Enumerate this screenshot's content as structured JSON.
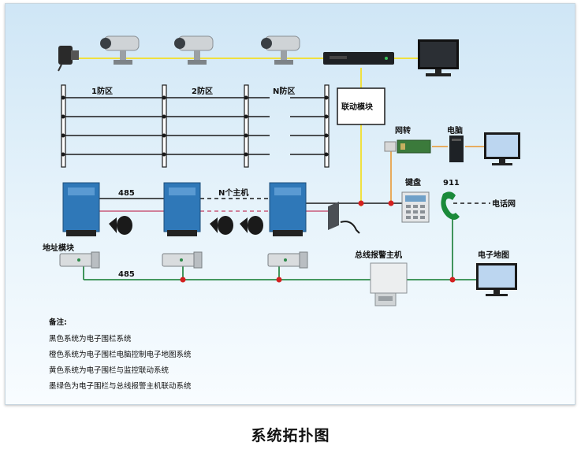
{
  "diagram": {
    "zones": [
      "1防区",
      "2防区",
      "N防区"
    ],
    "linkage_module": "联动模块",
    "gateway": "网转",
    "computer": "电脑",
    "keyboard": "键盘",
    "emergency": "911",
    "phone_network": "电话网",
    "bus_485_top": "485",
    "bus_485_bottom": "485",
    "n_hosts": "N个主机",
    "address_module": "地址模块",
    "bus_alarm_host": "总线报警主机",
    "e_map": "电子地图"
  },
  "notes": {
    "title": "备注:",
    "lines": [
      "黑色系统为电子围栏系统",
      "橙色系统为电子围栏电脑控制电子地图系统",
      "黄色系统为电子围栏与监控联动系统",
      "墨绿色为电子围栏与总线报警主机联动系统"
    ]
  },
  "caption": "系统拓扑图",
  "colors": {
    "black": "#1a1a1a",
    "orange": "#e8a24a",
    "yellow": "#f0e040",
    "green": "#2d8a4a",
    "pink": "#c85a7a",
    "node": "#d42020"
  }
}
